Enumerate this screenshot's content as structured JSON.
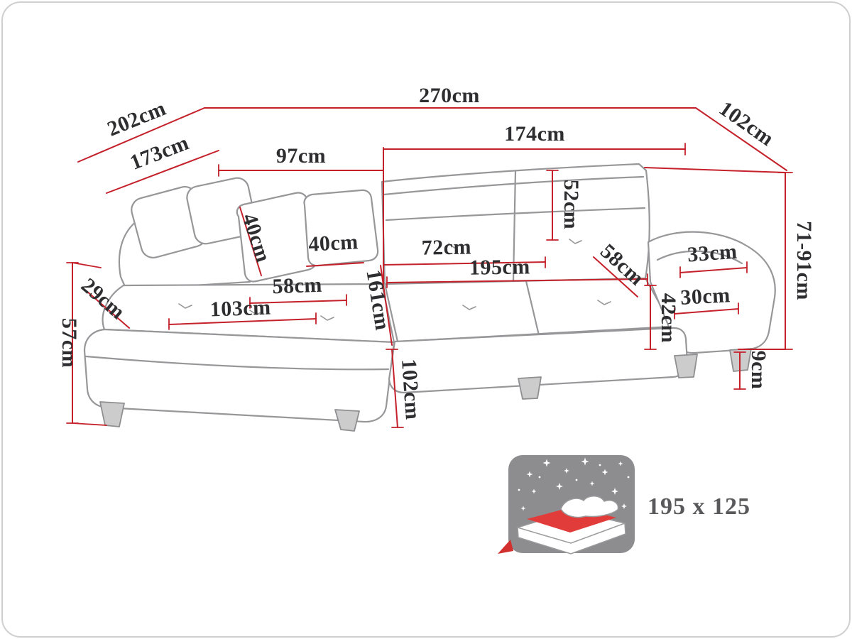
{
  "figure": {
    "type": "corner-sofa-dimension-diagram",
    "accent_color": "#c5212b",
    "outline_color": "#97979a",
    "labels": {
      "total_width": "270cm",
      "depth_left_outer": "202cm",
      "depth_right": "102cm",
      "depth_left_inner": "173cm",
      "corner_width": "97cm",
      "back_width": "174cm",
      "backrest_height": "52cm",
      "pillow_side": "40cm",
      "pillow_width": "40cm",
      "seat_depth": "72cm",
      "bed_length": "195cm",
      "seat_right": "58cm",
      "arm_top_width": "33cm",
      "chaise_seat": "58cm",
      "left_edge": "29cm",
      "chaise_front": "103cm",
      "chaise_total": "161cm",
      "arm_width": "30cm",
      "seat_height": "42cm",
      "front_height": "57cm",
      "chaise_width": "102cm",
      "back_height_range": "71-91cm",
      "leg_height": "9cm"
    },
    "sleeping_area": "195 x 125"
  }
}
